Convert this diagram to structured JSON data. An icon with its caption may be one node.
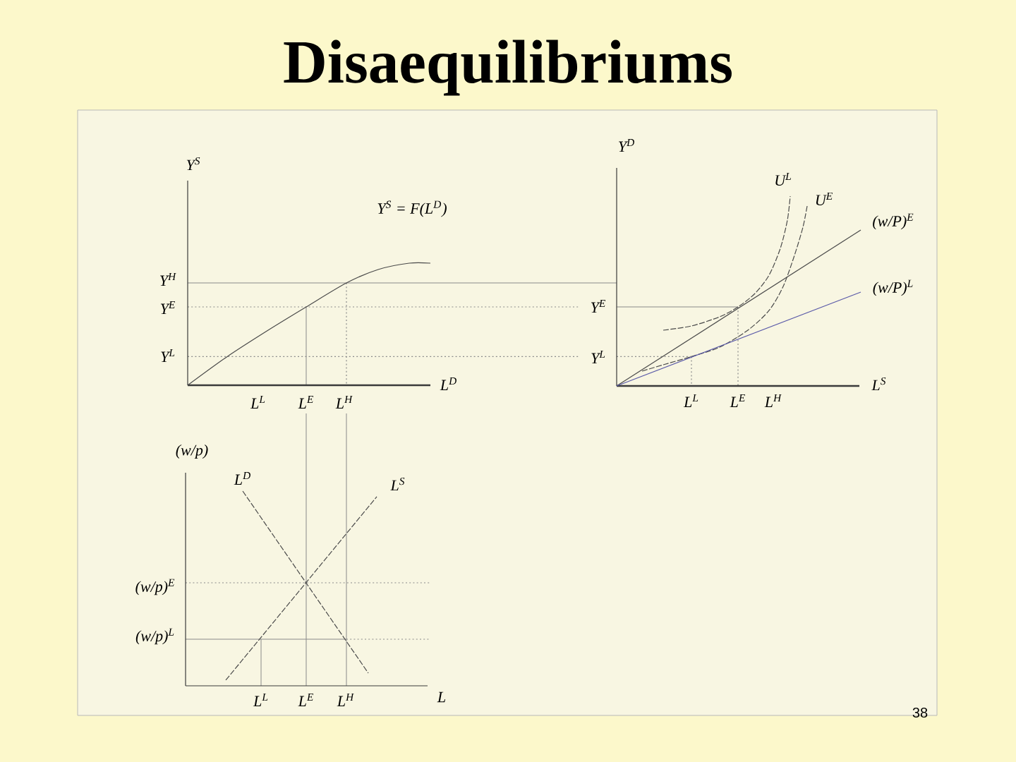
{
  "diagram": {
    "title": "Disaequilibriums",
    "labels": [
      "Y$^{S}$",
      "Y$^{S}$ = F(L$^{D}$)",
      "Y$^{H}$",
      "Y$^{E}$",
      "Y$^{L}$",
      "L$^{D}$",
      "L$^{L}$",
      "L$^{E}$",
      "L$^{H}$",
      "Y$^{D}$",
      "U$^{L}$",
      "U$^{E}$",
      "(w/P)$^{E}$",
      "Y$^{E}$",
      "(w/P)$^{L}$",
      "Y$^{L}$",
      "L$^{S}$",
      "L$^{L}$",
      "L$^{E}$",
      "L$^{H}$",
      "(w/p)",
      "L$^{D}$",
      "L$^{S}$",
      "(w/p)$^{E}$",
      "(w/p)$^{L}$",
      "L$^{L}$",
      "L$^{E}$",
      "L$^{H}$",
      "L",
      "38"
    ]
  }
}
